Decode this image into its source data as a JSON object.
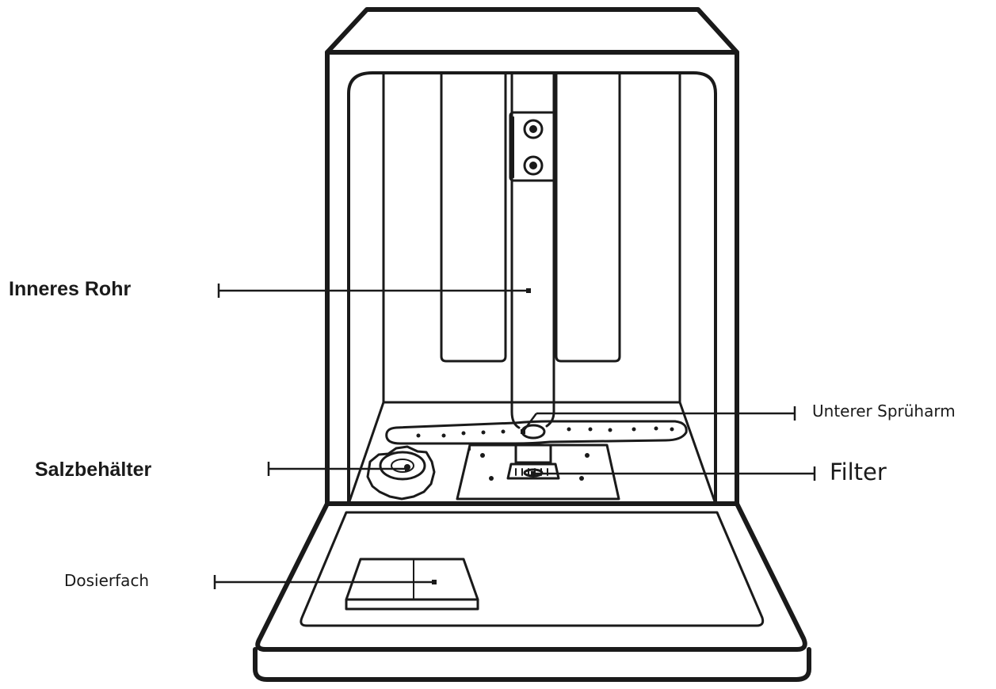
{
  "labels": {
    "inner_pipe": "Inneres Rohr",
    "salt_container": "Salzbehälter",
    "detergent_dispenser": "Dosierfach",
    "lower_spray_arm": "Unterer Sprüharm",
    "filter": "Filter"
  },
  "colors": {
    "line": "#1a1a1a",
    "background": "#ffffff"
  }
}
